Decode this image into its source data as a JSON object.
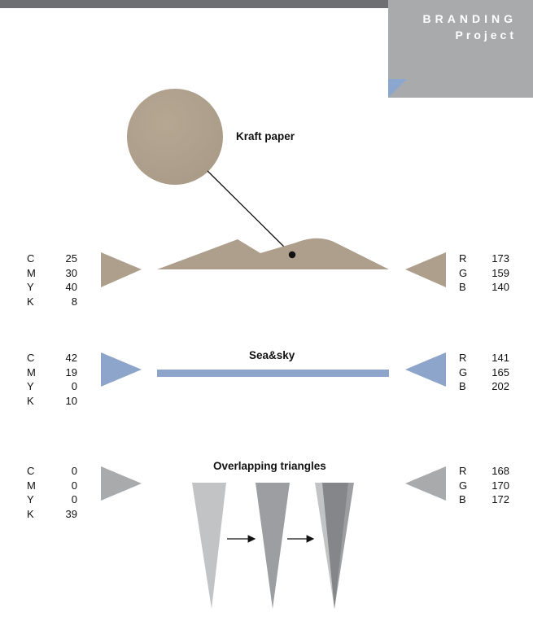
{
  "header": {
    "line1": "BRANDING",
    "line2": "Project"
  },
  "colors": {
    "kraft": "#ad9f8c",
    "sea_sky": "#8da5ca",
    "grey": "#a8aaac",
    "topbar": "#6e6f72",
    "tab_fold": "#8ba7cf"
  },
  "swatches": [
    {
      "name": "Kraft paper",
      "cmyk": [
        {
          "k": "C",
          "v": "25"
        },
        {
          "k": "M",
          "v": "30"
        },
        {
          "k": "Y",
          "v": "40"
        },
        {
          "k": "K",
          "v": "8"
        }
      ],
      "rgb": [
        {
          "k": "R",
          "v": "173"
        },
        {
          "k": "G",
          "v": "159"
        },
        {
          "k": "B",
          "v": "140"
        }
      ]
    },
    {
      "name": "Sea&sky",
      "cmyk": [
        {
          "k": "C",
          "v": "42"
        },
        {
          "k": "M",
          "v": "19"
        },
        {
          "k": "Y",
          "v": "0"
        },
        {
          "k": "K",
          "v": "10"
        }
      ],
      "rgb": [
        {
          "k": "R",
          "v": "141"
        },
        {
          "k": "G",
          "v": "165"
        },
        {
          "k": "B",
          "v": "202"
        }
      ]
    },
    {
      "name": "Overlapping triangles",
      "cmyk": [
        {
          "k": "C",
          "v": "0"
        },
        {
          "k": "M",
          "v": "0"
        },
        {
          "k": "Y",
          "v": "0"
        },
        {
          "k": "K",
          "v": "39"
        }
      ],
      "rgb": [
        {
          "k": "R",
          "v": "168"
        },
        {
          "k": "G",
          "v": "170"
        },
        {
          "k": "B",
          "v": "172"
        }
      ]
    }
  ]
}
